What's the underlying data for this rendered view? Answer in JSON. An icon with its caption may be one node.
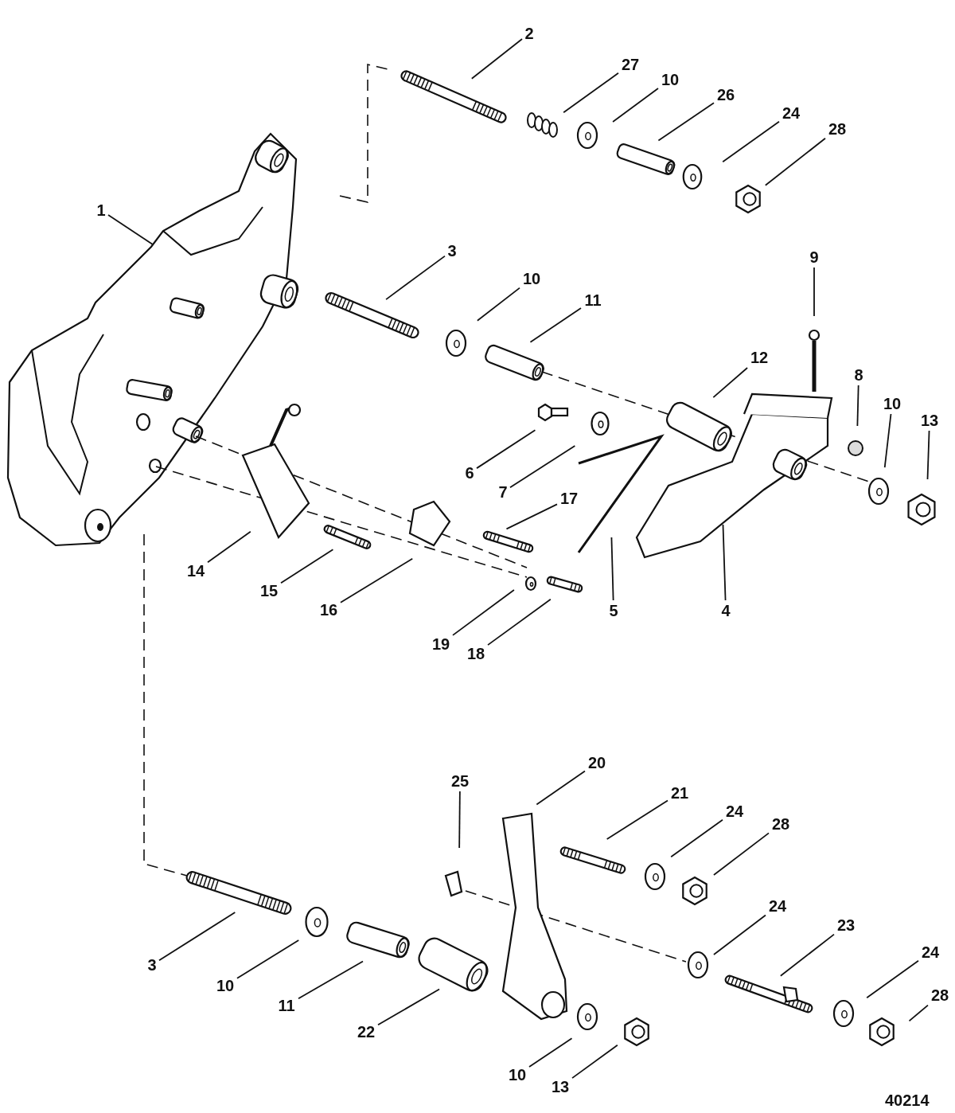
{
  "diagram": {
    "nodes": [
      {
        "text": [
          "2"
        ]
      },
      {
        "text": [
          "27"
        ]
      },
      {
        "text": [
          "10"
        ]
      },
      {
        "text": [
          "26"
        ]
      },
      {
        "text": [
          "24"
        ]
      },
      {
        "text": [
          "28"
        ]
      },
      {
        "text": [
          "1"
        ]
      },
      {
        "text": [
          "3"
        ]
      },
      {
        "text": [
          "10"
        ]
      },
      {
        "text": [
          "11"
        ]
      },
      {
        "text": [
          "9"
        ]
      },
      {
        "text": [
          "12"
        ]
      },
      {
        "text": [
          "8"
        ]
      },
      {
        "text": [
          "10"
        ]
      },
      {
        "text": [
          "13"
        ]
      },
      {
        "text": [
          "6"
        ]
      },
      {
        "text": [
          "7"
        ]
      },
      {
        "text": [
          "17"
        ]
      },
      {
        "text": [
          "14"
        ]
      },
      {
        "text": [
          "15"
        ]
      },
      {
        "text": [
          "16"
        ]
      },
      {
        "text": [
          "5"
        ]
      },
      {
        "text": [
          "4"
        ]
      },
      {
        "text": [
          "19"
        ]
      },
      {
        "text": [
          "18"
        ]
      },
      {
        "text": [
          "20"
        ]
      },
      {
        "text": [
          "25"
        ]
      },
      {
        "text": [
          "21"
        ]
      },
      {
        "text": [
          "24"
        ]
      },
      {
        "text": [
          "28"
        ]
      },
      {
        "text": [
          "24"
        ]
      },
      {
        "text": [
          "23"
        ]
      },
      {
        "text": [
          "3"
        ]
      },
      {
        "text": [
          "24"
        ]
      },
      {
        "text": [
          "28"
        ]
      },
      {
        "text": [
          "10"
        ]
      },
      {
        "text": [
          "11"
        ]
      },
      {
        "text": [
          "22"
        ]
      },
      {
        "text": [
          "10"
        ]
      },
      {
        "text": [
          "13"
        ]
      }
    ],
    "edges": [
      {
        "from": 0,
        "to": null,
        "arrow": "none"
      },
      {
        "from": 1,
        "to": null,
        "arrow": "none"
      },
      {
        "from": 2,
        "to": null,
        "arrow": "none"
      },
      {
        "from": 3,
        "to": null,
        "arrow": "none"
      },
      {
        "from": 4,
        "to": null,
        "arrow": "none"
      },
      {
        "from": 5,
        "to": null,
        "arrow": "none"
      },
      {
        "from": 6,
        "to": null,
        "arrow": "none"
      },
      {
        "from": 7,
        "to": null,
        "arrow": "none"
      },
      {
        "from": 8,
        "to": null,
        "arrow": "none"
      },
      {
        "from": 9,
        "to": null,
        "arrow": "none"
      },
      {
        "from": 10,
        "to": null,
        "arrow": "none"
      },
      {
        "from": 11,
        "to": null,
        "arrow": "none"
      },
      {
        "from": 12,
        "to": null,
        "arrow": "none"
      },
      {
        "from": 13,
        "to": null,
        "arrow": "none"
      },
      {
        "from": 14,
        "to": null,
        "arrow": "none"
      },
      {
        "from": 15,
        "to": null,
        "arrow": "none"
      },
      {
        "from": 16,
        "to": null,
        "arrow": "none"
      },
      {
        "from": 17,
        "to": null,
        "arrow": "none"
      },
      {
        "from": 18,
        "to": null,
        "arrow": "none"
      },
      {
        "from": 19,
        "to": null,
        "arrow": "none"
      },
      {
        "from": 20,
        "to": null,
        "arrow": "none"
      },
      {
        "from": 21,
        "to": null,
        "arrow": "none"
      },
      {
        "from": 22,
        "to": null,
        "arrow": "none"
      },
      {
        "from": 23,
        "to": null,
        "arrow": "none"
      },
      {
        "from": 24,
        "to": null,
        "arrow": "none"
      },
      {
        "from": 25,
        "to": null,
        "arrow": "none"
      },
      {
        "from": 26,
        "to": null,
        "arrow": "none"
      },
      {
        "from": 27,
        "to": null,
        "arrow": "none"
      },
      {
        "from": 28,
        "to": null,
        "arrow": "none"
      },
      {
        "from": 29,
        "to": null,
        "arrow": "none"
      },
      {
        "from": 30,
        "to": null,
        "arrow": "none"
      },
      {
        "from": 31,
        "to": null,
        "arrow": "none"
      },
      {
        "from": 32,
        "to": null,
        "arrow": "none"
      },
      {
        "from": 33,
        "to": null,
        "arrow": "none"
      },
      {
        "from": 34,
        "to": null,
        "arrow": "none"
      },
      {
        "from": 35,
        "to": null,
        "arrow": "none"
      },
      {
        "from": 36,
        "to": null,
        "arrow": "none"
      },
      {
        "from": 37,
        "to": null,
        "arrow": "none"
      },
      {
        "from": 38,
        "to": null,
        "arrow": "none"
      },
      {
        "from": 39,
        "to": null,
        "arrow": "none"
      }
    ],
    "labels": [
      "40214"
    ]
  }
}
